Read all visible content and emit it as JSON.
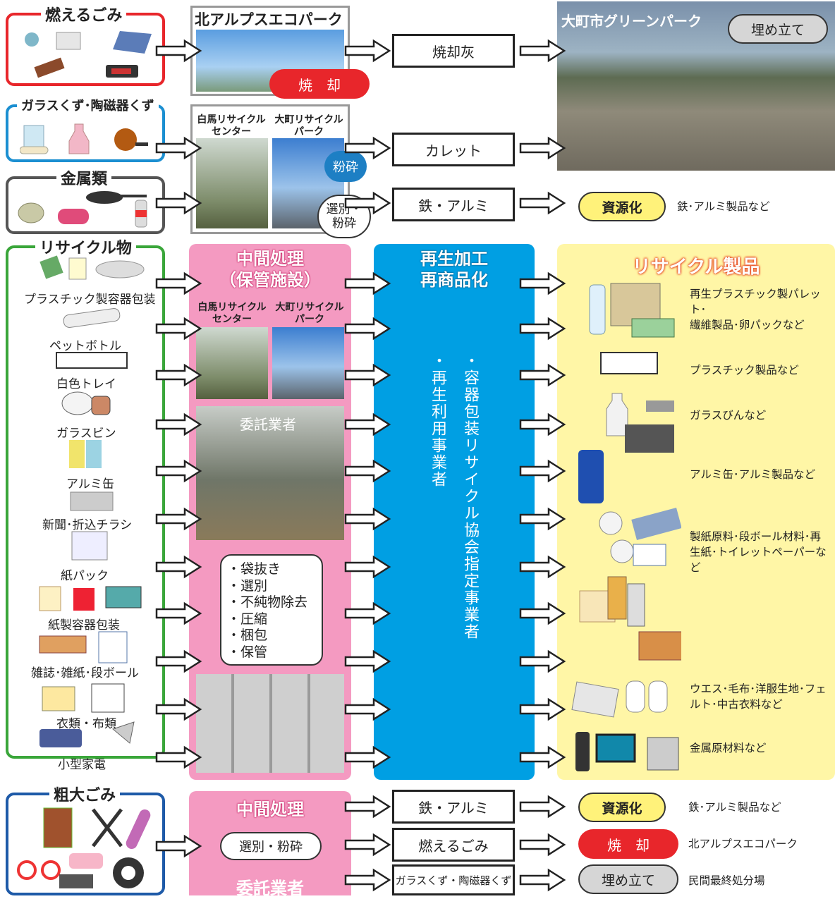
{
  "groups": {
    "burnable": {
      "title": "燃えるごみ",
      "color": "#e8262b"
    },
    "glass": {
      "title": "ガラスくず･陶磁器くず",
      "color": "#1b8fd1"
    },
    "metal": {
      "title": "金属類",
      "color": "#555555"
    },
    "recycle": {
      "title": "リサイクル物",
      "color": "#3aa63a"
    },
    "bulky": {
      "title": "粗大ごみ",
      "color": "#1e5aa8"
    }
  },
  "recycle_items": [
    "プラスチック製容器包装",
    "ペットボトル",
    "白色トレイ",
    "ガラスビン",
    "アルミ缶",
    "新聞･折込チラシ",
    "紙パック",
    "紙製容器包装",
    "雑誌･雑紙･段ボール",
    "衣類・布類",
    "小型家電"
  ],
  "facilities": {
    "eco_park": "北アルプスエコパーク",
    "incinerate_badge": "焼　却",
    "hakuba": "白馬リサイクル\nセンター",
    "omachi": "大町リサイクル\nパーク",
    "crush_badge": "粉砕",
    "sort_crush_badge": "選別・\n粉砕",
    "green_park": "大町市グリーンパーク",
    "landfill_badge": "埋め立て"
  },
  "outputs": {
    "ash": "焼却灰",
    "cullet": "カレット",
    "iron_al": "鉄・アルミ",
    "resource": "資源化",
    "resource_note": "鉄･アルミ製品など"
  },
  "middle": {
    "title": "中間処理\n（保管施設）",
    "hakuba": "白馬リサイクル\nセンター",
    "omachi": "大町リサイクル\nパーク",
    "contractor": "委託業者",
    "steps": [
      "・袋抜き",
      "・選別",
      "・不純物除去",
      "・圧縮",
      "・梱包",
      "・保管"
    ]
  },
  "reprocess": {
    "title": "再生加工\n再商品化",
    "col1": "・容器包装リサイクル協会指定事業者",
    "col2": "・再生利用事業者"
  },
  "products": {
    "title": "リサイクル製品",
    "notes": [
      "再生プラスチック製パレット･\n繊維製品･卵パックなど",
      "プラスチック製品など",
      "ガラスびんなど",
      "アルミ缶･アルミ製品など",
      "製紙原料･段ボール材料･再\n生紙･トイレットペーパーなど",
      "ウエス･毛布･洋服生地･フェ\nルト･中古衣料など",
      "金属原材料など"
    ]
  },
  "bulky_flow": {
    "middle_title": "中間処理",
    "sort_crush": "選別・粉砕",
    "contractor": "委託業者",
    "out_iron": "鉄・アルミ",
    "out_burn": "燃えるごみ",
    "out_glass": "ガラスくず・陶磁器くず",
    "resource": "資源化",
    "resource_note": "鉄･アルミ製品など",
    "incinerate": "焼　却",
    "incinerate_note": "北アルプスエコパーク",
    "landfill": "埋め立て",
    "landfill_note": "民間最終処分場"
  },
  "colors": {
    "pink": "#f49ac1",
    "blue": "#009fe3",
    "yellow": "#fff6a6",
    "red_pill": "#e8262b",
    "blue_pill": "#1d7fc4",
    "grey_pill": "#d6d6d6",
    "resource_pill": "#fff27a"
  }
}
